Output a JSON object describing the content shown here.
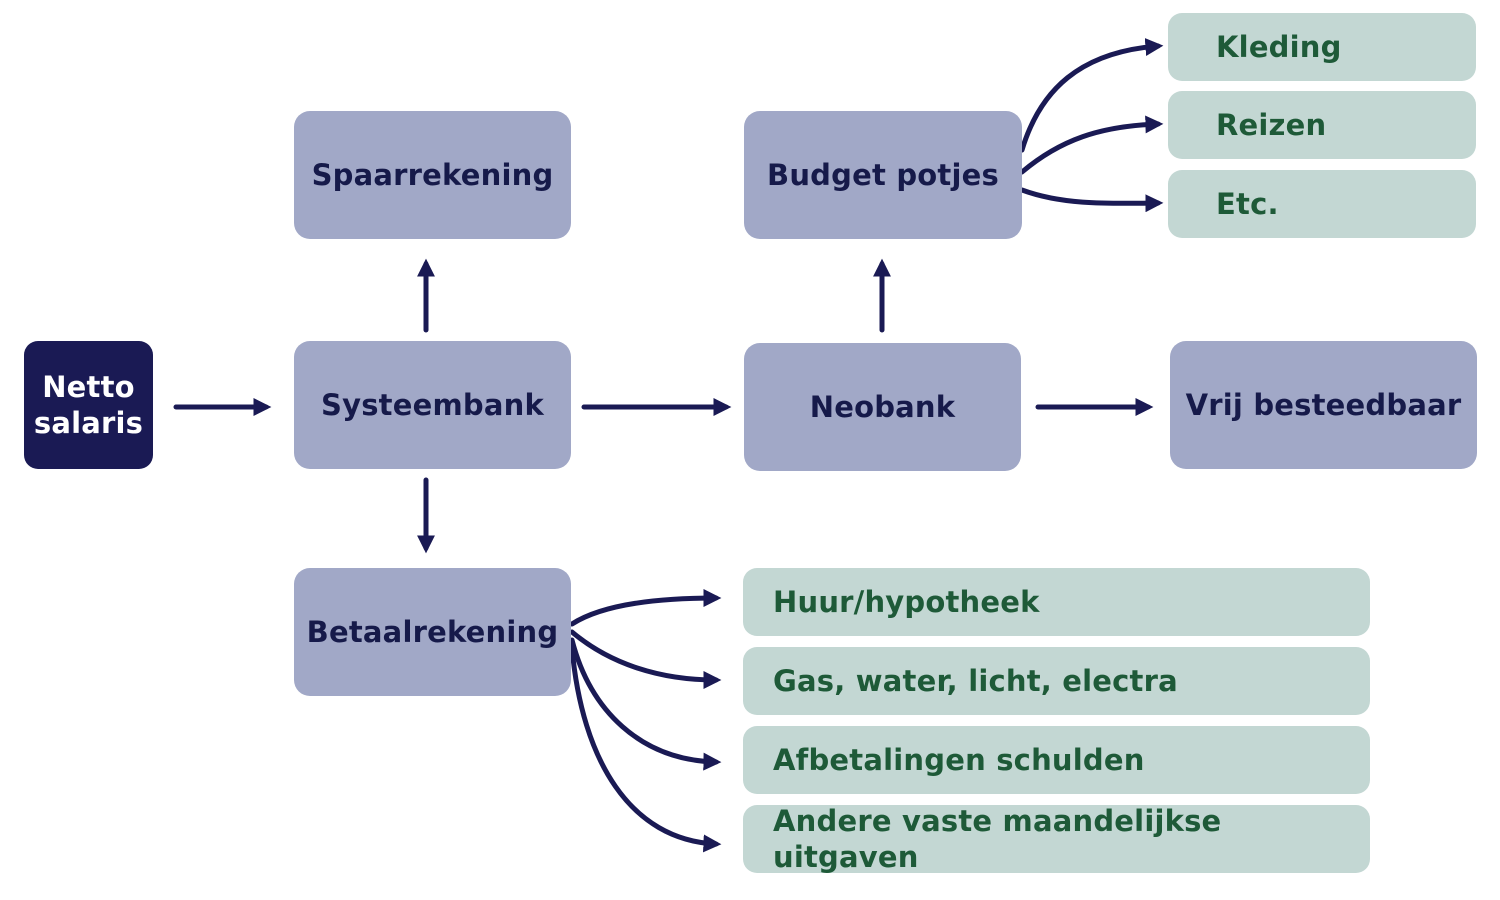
{
  "nodes": {
    "netto": {
      "line1": "Netto",
      "line2": "salaris"
    },
    "spaarrekening": "Spaarrekening",
    "systeembank": "Systeembank",
    "betaalrekening": "Betaalrekening",
    "budget": "Budget potjes",
    "neobank": "Neobank",
    "vrij": "Vrij besteedbaar"
  },
  "budget_items": [
    "Kleding",
    "Reizen",
    "Etc."
  ],
  "betaal_items": [
    "Huur/hypotheek",
    "Gas, water, licht, electra",
    "Afbetalingen schulden",
    "Andere vaste maandelijkse uitgaven"
  ],
  "colors": {
    "dark_node": "#1a1a54",
    "main_node": "#a1a8c7",
    "leaf_node": "#c3d7d3",
    "leaf_text": "#1e5a38",
    "arrow": "#1a1a54"
  }
}
